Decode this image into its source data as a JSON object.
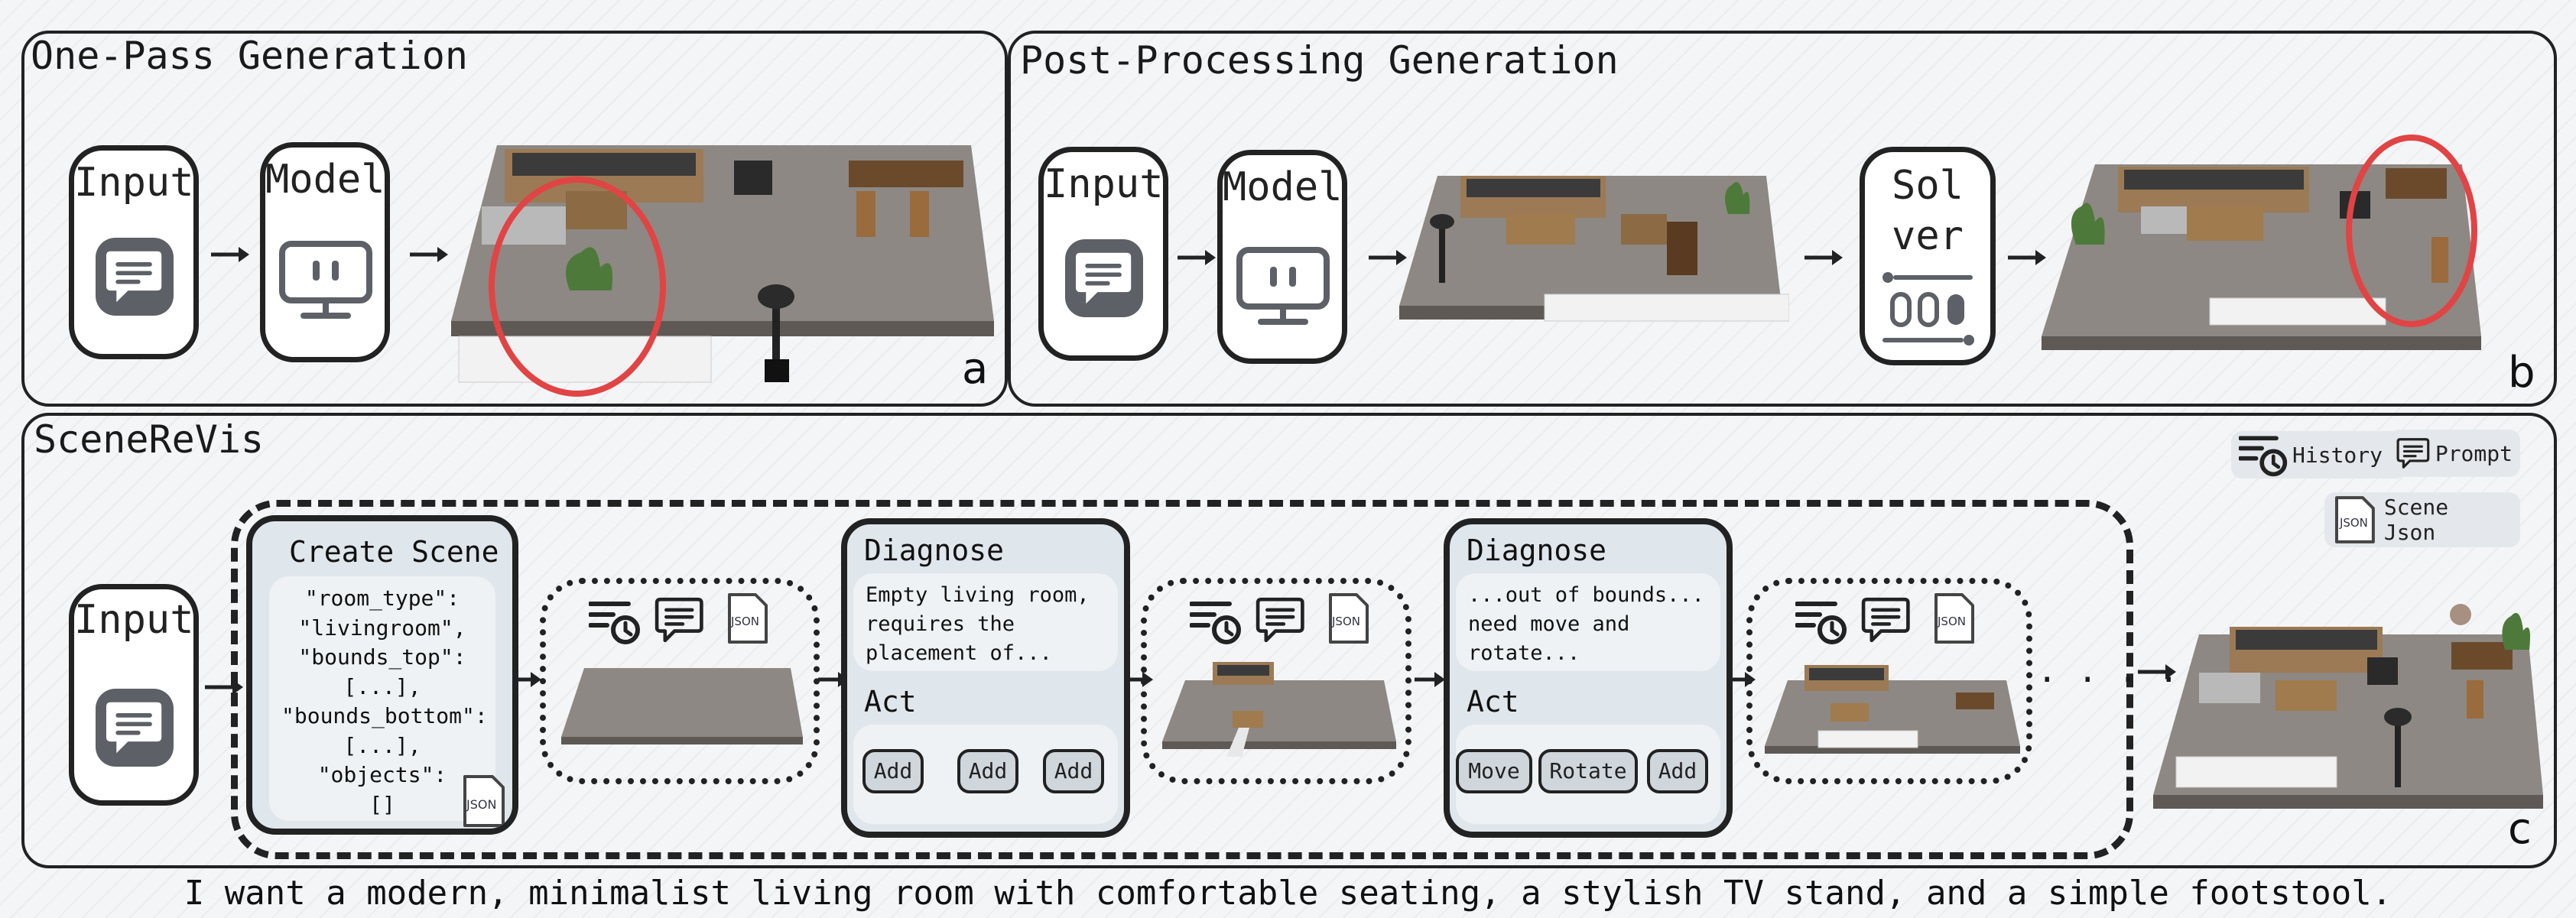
{
  "panels": {
    "a": {
      "title": "One-Pass Generation",
      "corner": "a"
    },
    "b": {
      "title": "Post-Processing Generation",
      "corner": "b"
    },
    "c": {
      "title": "SceneReVis",
      "corner": "c"
    }
  },
  "labels": {
    "input": "Input",
    "model": "Model",
    "solver_line1": "Sol",
    "solver_line2": "ver"
  },
  "legend": {
    "history": "History",
    "prompt": "Prompt",
    "scene_json": "Scene Json"
  },
  "create_scene": {
    "title": "Create Scene",
    "lines": [
      "\"room_type\":",
      "\"livingroom\",",
      "\"bounds_top\":",
      "[...],",
      "\"bounds_bottom\":",
      "[...],",
      "\"objects\":",
      "[]"
    ]
  },
  "diagnose1": {
    "title": "Diagnose",
    "text": "Empty living room, requires the placement of...",
    "act": "Act",
    "buttons": [
      "Add",
      "Add",
      "Add"
    ]
  },
  "diagnose2": {
    "title": "Diagnose",
    "text": "...out of bounds... need move and rotate...",
    "act": "Act",
    "buttons": [
      "Move",
      "Rotate",
      "Add"
    ]
  },
  "json_tag": "JSON",
  "ellipsis": ". . . .",
  "caption": "I want a modern, minimalist living room with comfortable seating, a stylish TV stand, and a simple footstool."
}
